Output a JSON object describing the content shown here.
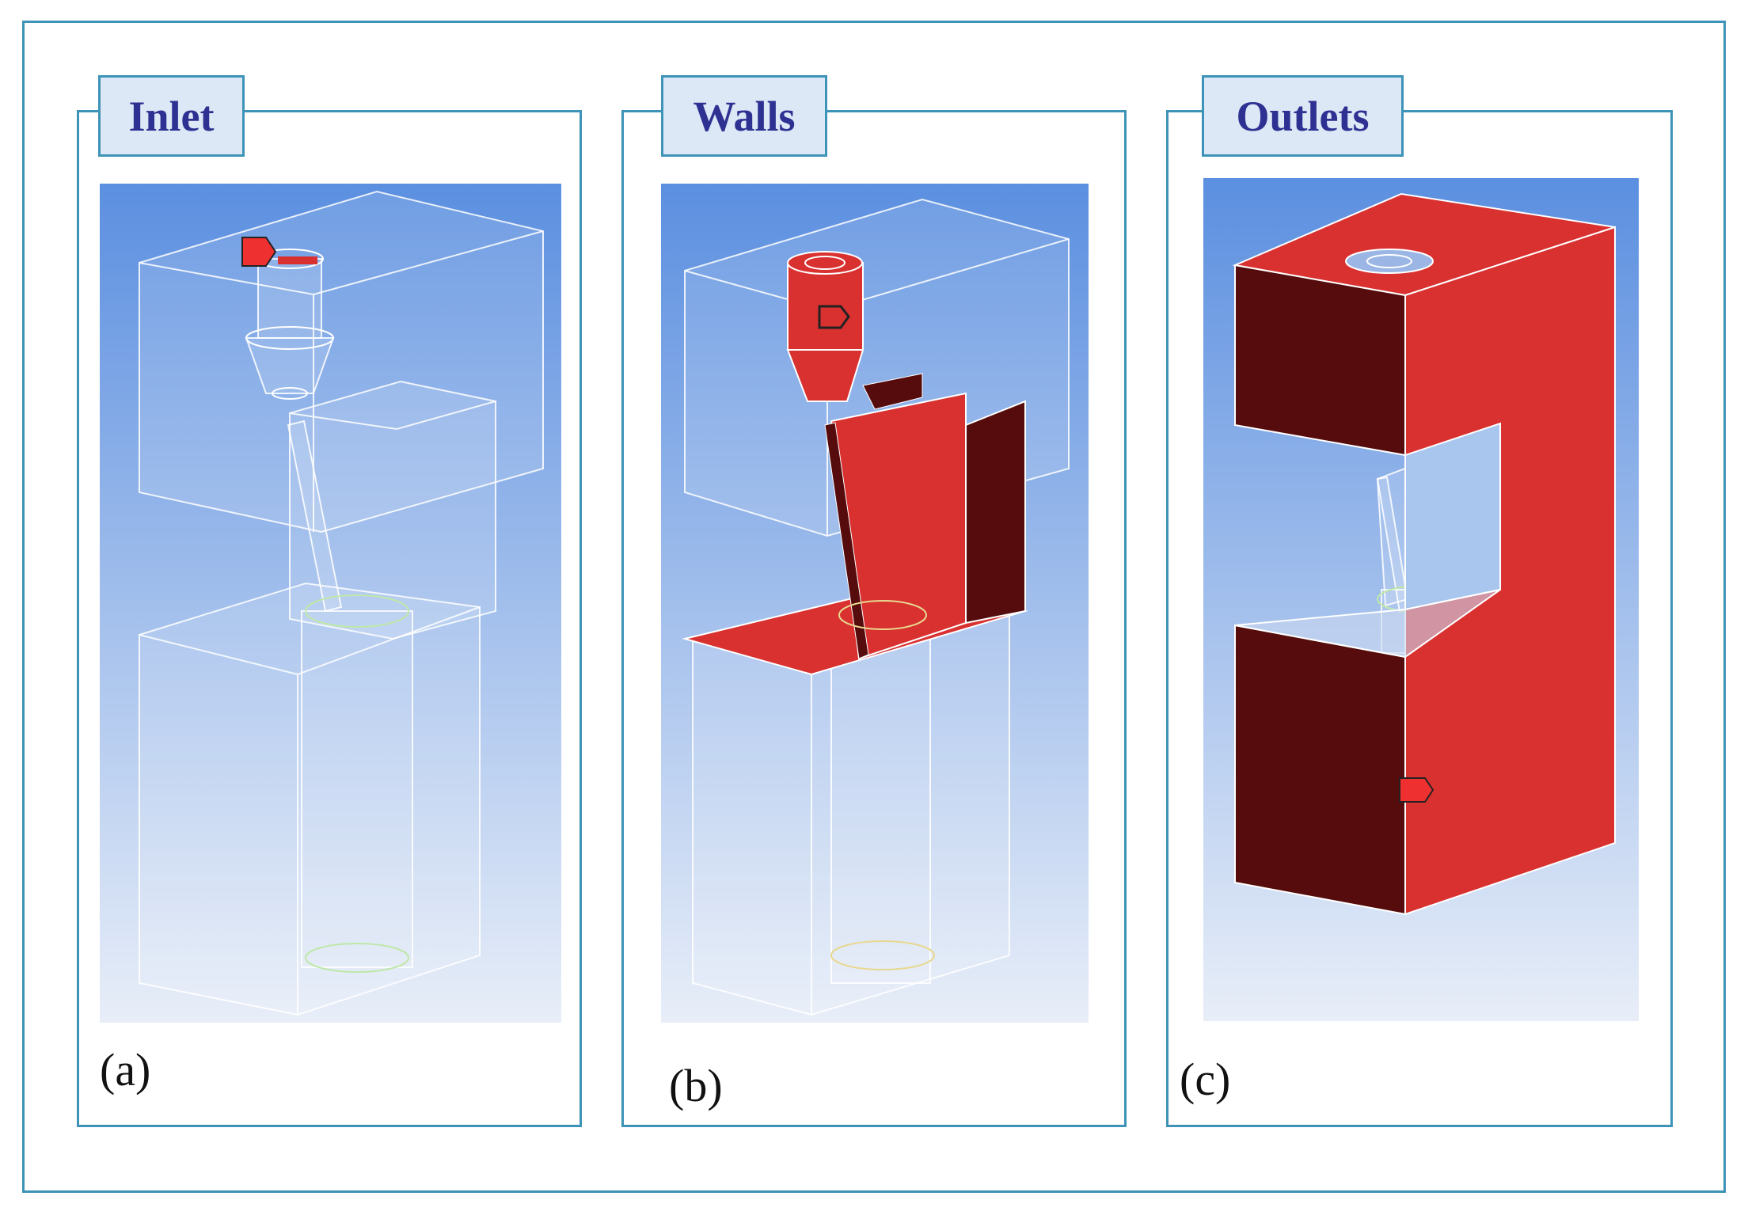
{
  "figure": {
    "panels": [
      {
        "tag": "Inlet",
        "caption": "(a)"
      },
      {
        "tag": "Walls",
        "caption": "(b)"
      },
      {
        "tag": "Outlets",
        "caption": "(c)"
      }
    ]
  },
  "colors": {
    "frame": "#3e93b8",
    "tag_bg": "#dce8f5",
    "tag_text": "#2e3192",
    "sky_top": "#5b8fe0",
    "sky_bottom": "#e8eef8",
    "red": "#d93030",
    "dark_red": "#560c0c"
  }
}
